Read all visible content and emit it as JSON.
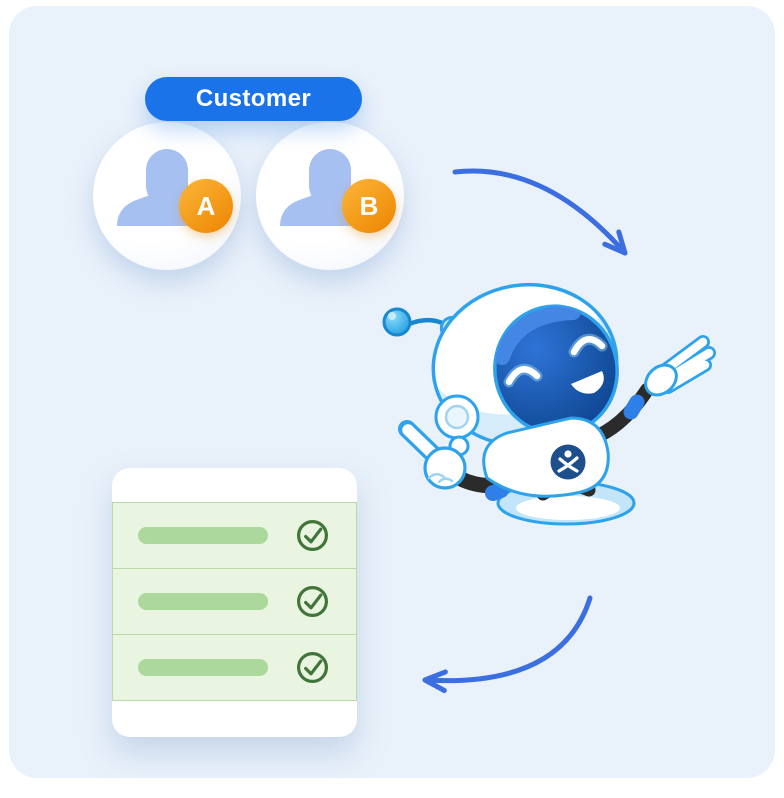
{
  "scene": {
    "customer_badge": {
      "label": "Customer"
    },
    "customers": [
      {
        "label": "A"
      },
      {
        "label": "B"
      }
    ],
    "checklist": {
      "rows": [
        {
          "checked": true
        },
        {
          "checked": true
        },
        {
          "checked": true
        }
      ]
    },
    "icons": {
      "avatars": "person-silhouette-icon",
      "row_status": "check-circle-icon",
      "mascot": "robot-mascot-illustration",
      "arrow_top": "curved-arrow-down-right-icon",
      "arrow_bottom": "curved-arrow-left-icon"
    },
    "colors": {
      "background": "#e9f1fa",
      "badge_blue": "#1a73e8",
      "arrow_blue": "#3b6ee0",
      "avatar_person": "#a7c0f2",
      "badge_orange_top": "#f9ac2e",
      "badge_orange_bottom": "#ef8c09",
      "row_green_bg": "#e9f4e1",
      "row_green_border": "#b9d9a9",
      "bar_green": "#abd89b",
      "check_green": "#41763a",
      "robot_outline": "#2ea3ec",
      "robot_face": "#15509f"
    }
  }
}
